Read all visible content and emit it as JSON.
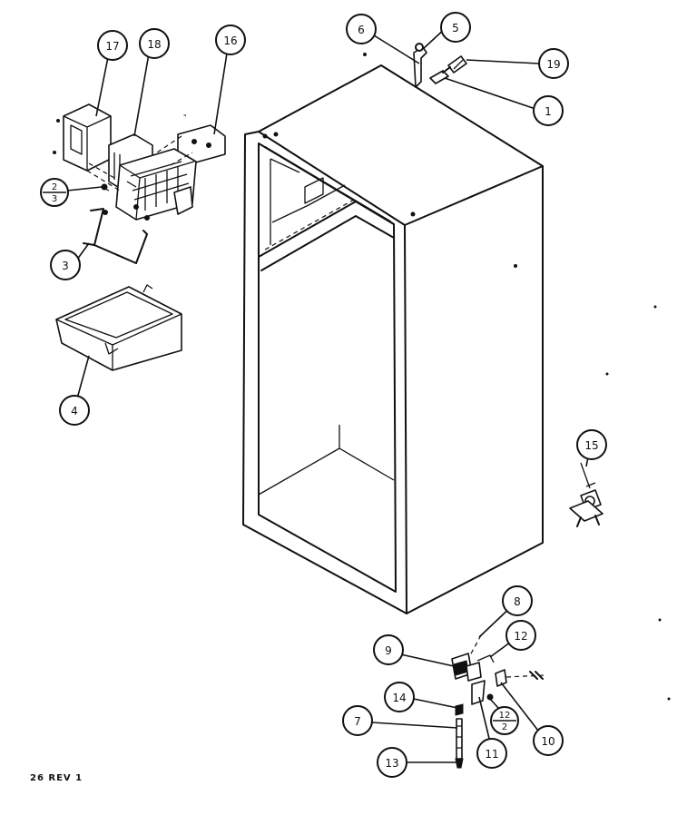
{
  "diagram": {
    "footer_code": "26 REV 1",
    "callouts": [
      {
        "id": "c1",
        "label": "1"
      },
      {
        "id": "c2a",
        "num": "2",
        "den": "3"
      },
      {
        "id": "c2b",
        "num": "12",
        "den": "2"
      },
      {
        "id": "c3",
        "label": "3"
      },
      {
        "id": "c4",
        "label": "4"
      },
      {
        "id": "c5",
        "label": "5"
      },
      {
        "id": "c6",
        "label": "6"
      },
      {
        "id": "c7",
        "label": "7"
      },
      {
        "id": "c8",
        "label": "8"
      },
      {
        "id": "c9",
        "label": "9"
      },
      {
        "id": "c10",
        "label": "10"
      },
      {
        "id": "c11",
        "label": "11"
      },
      {
        "id": "c12",
        "label": "12"
      },
      {
        "id": "c13",
        "label": "13"
      },
      {
        "id": "c14",
        "label": "14"
      },
      {
        "id": "c15",
        "label": "15"
      },
      {
        "id": "c16",
        "label": "16"
      },
      {
        "id": "c17",
        "label": "17"
      },
      {
        "id": "c18",
        "label": "18"
      },
      {
        "id": "c19",
        "label": "19"
      }
    ]
  }
}
